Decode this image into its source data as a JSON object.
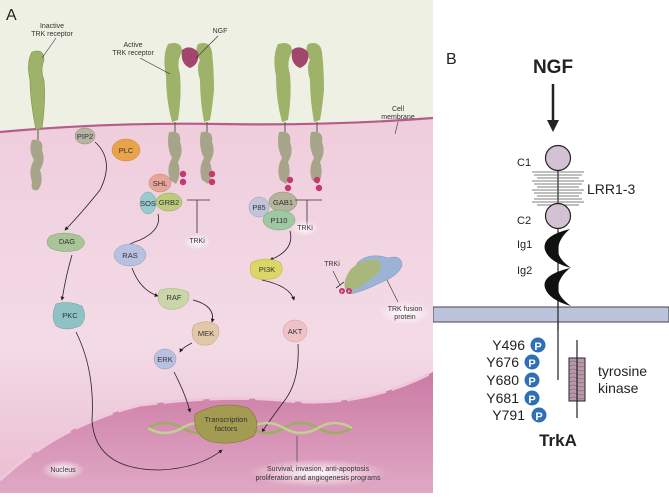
{
  "panel_a": {
    "label": "A",
    "labels": {
      "inactive_receptor": [
        "Inactive",
        "TRK receptor"
      ],
      "active_receptor": [
        "Active",
        "TRK receptor"
      ],
      "ngf": "NGF",
      "cell_membrane": [
        "Cell",
        "membrane"
      ],
      "trki_1": "TRKi",
      "trki_2": "TRKi",
      "trki_3": "TRKi",
      "fusion_protein": [
        "TRK fusion",
        "protein"
      ],
      "nucleus": "Nucleus",
      "transcription_factors": [
        "Transcription",
        "factors"
      ],
      "programs": [
        "Survival, invasion, anti-apoptosis",
        "proliferation and angiogenesis programs"
      ],
      "phospho": "P"
    },
    "molecules": {
      "pip2": "PIP2",
      "plc": "PLC",
      "dag": "DAG",
      "pkc": "PKC",
      "shl": "SHL",
      "sos": "SOS",
      "grb2": "GRB2",
      "ras": "RAS",
      "raf": "RAF",
      "mek": "MEK",
      "erk": "ERK",
      "gab1": "GAB1",
      "p85": "P85",
      "p110": "P110",
      "pi3k": "PI3K",
      "akt": "AKT"
    },
    "colors": {
      "extracellular": "#eef0e6",
      "cytoplasm": "#ecc4d6",
      "nucleus": "#c9739f",
      "receptor_green": "#97ad5e",
      "receptor_grey": "#a9a78a",
      "ngf": "#a2466c",
      "phospho": "#c23a6e"
    }
  },
  "panel_b": {
    "label": "B",
    "ligand": "NGF",
    "domains": {
      "c1": "C1",
      "lrr": "LRR1-3",
      "c2": "C2",
      "ig1": "Ig1",
      "ig2": "Ig2",
      "kinase": [
        "tyrosine",
        "kinase"
      ]
    },
    "phosphosites": [
      "Y496",
      "Y676",
      "Y680",
      "Y681",
      "Y791"
    ],
    "phospho_symbol": "P",
    "protein_name": "TrkA",
    "colors": {
      "domain_circle": "#d4c2d4",
      "membrane": "#bcc3dc",
      "phospho_circle": "#2f6fb8",
      "kinase_box": "#b899ac"
    }
  }
}
